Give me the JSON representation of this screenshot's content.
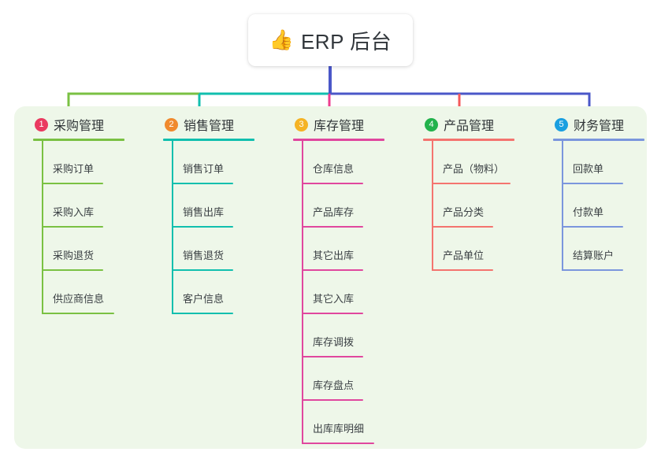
{
  "root": {
    "icon": "thumbs-up-icon",
    "icon_glyph": "👍",
    "title": "ERP 后台"
  },
  "panel": {
    "background_color": "#eef7e9"
  },
  "connector": {
    "trunk_color": "#4a57c8",
    "segment_colors": [
      "#7ac143",
      "#11bfae",
      "#4a57c8",
      "#4a57c8",
      "#4a57c8"
    ],
    "drop_colors": [
      "#7ac143",
      "#11bfae",
      "#ee3d8f",
      "#f4595b",
      "#4a57c8"
    ]
  },
  "columns": [
    {
      "number": "1",
      "label": "采购管理",
      "badge_color": "#ea3a60",
      "line_color": "#7ac143",
      "rule_width": 116,
      "items": [
        {
          "label": "采购订单",
          "rule_width": 78
        },
        {
          "label": "采购入库",
          "rule_width": 78
        },
        {
          "label": "采购退货",
          "rule_width": 78
        },
        {
          "label": "供应商信息",
          "rule_width": 92
        }
      ]
    },
    {
      "number": "2",
      "label": "销售管理",
      "badge_color": "#f08a2e",
      "line_color": "#11bfae",
      "rule_width": 116,
      "items": [
        {
          "label": "销售订单",
          "rule_width": 78
        },
        {
          "label": "销售出库",
          "rule_width": 78
        },
        {
          "label": "销售退货",
          "rule_width": 78
        },
        {
          "label": "客户信息",
          "rule_width": 78
        }
      ]
    },
    {
      "number": "3",
      "label": "库存管理",
      "badge_color": "#f5b324",
      "line_color": "#e0479e",
      "rule_width": 116,
      "items": [
        {
          "label": "仓库信息",
          "rule_width": 78
        },
        {
          "label": "产品库存",
          "rule_width": 78
        },
        {
          "label": "其它出库",
          "rule_width": 78
        },
        {
          "label": "其它入库",
          "rule_width": 78
        },
        {
          "label": "库存调拨",
          "rule_width": 78
        },
        {
          "label": "库存盘点",
          "rule_width": 78
        },
        {
          "label": "出库库明细",
          "rule_width": 92
        }
      ]
    },
    {
      "number": "4",
      "label": "产品管理",
      "badge_color": "#22b24c",
      "line_color": "#f4746f",
      "rule_width": 116,
      "items": [
        {
          "label": "产品（物料）",
          "rule_width": 100
        },
        {
          "label": "产品分类",
          "rule_width": 78
        },
        {
          "label": "产品单位",
          "rule_width": 78
        }
      ]
    },
    {
      "number": "5",
      "label": "财务管理",
      "badge_color": "#1a9fe0",
      "line_color": "#7b96dd",
      "rule_width": 116,
      "items": [
        {
          "label": "回款单",
          "rule_width": 78
        },
        {
          "label": "付款单",
          "rule_width": 78
        },
        {
          "label": "结算账户",
          "rule_width": 78
        }
      ]
    }
  ]
}
